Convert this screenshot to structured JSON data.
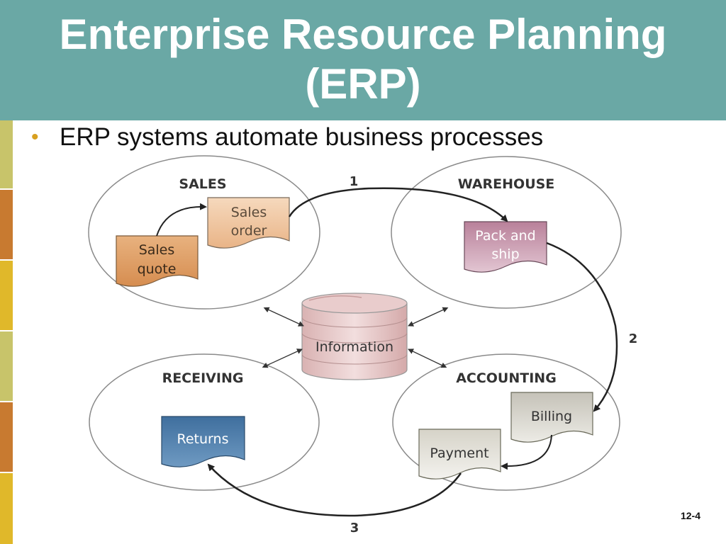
{
  "slide": {
    "title_line1": "Enterprise Resource Planning",
    "title_line2": "(ERP)",
    "bullet": "ERP systems automate business processes",
    "page_number": "12-4"
  },
  "colors": {
    "header": "#6aa8a5",
    "strip": [
      "#c8c46a",
      "#c87a30",
      "#e0b82a",
      "#c8c46a",
      "#c87a30",
      "#e0b82a"
    ]
  },
  "diagram": {
    "departments": {
      "sales": "SALES",
      "warehouse": "WAREHOUSE",
      "receiving": "RECEIVING",
      "accounting": "ACCOUNTING"
    },
    "documents": {
      "sales_order": [
        "Sales",
        "order"
      ],
      "sales_quote": [
        "Sales",
        "quote"
      ],
      "pack_and_ship": [
        "Pack and",
        "ship"
      ],
      "returns": [
        "Returns"
      ],
      "billing": [
        "Billing"
      ],
      "payment": [
        "Payment"
      ]
    },
    "center": "Information",
    "steps": [
      "1",
      "2",
      "3"
    ]
  }
}
